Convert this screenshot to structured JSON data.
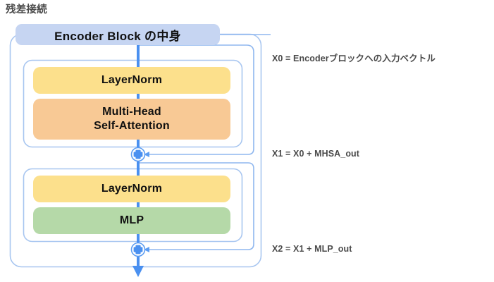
{
  "diagram": {
    "heading": "残差接続",
    "title": "Encoder Block の中身",
    "colors": {
      "title_pill": "#c6d5f2",
      "layernorm": "#fce08c",
      "mhsa": "#f8c995",
      "mlp": "#b5d9a8",
      "wire": "#4a90f0",
      "container_border": "#a8c6f0",
      "text": "#111111",
      "annotation_text": "#4a4a4a"
    },
    "modules": [
      {
        "id": "ln1",
        "label": "LayerNorm",
        "kind": "layernorm"
      },
      {
        "id": "mhsa",
        "label": "Multi-Head\nSelf-Attention",
        "kind": "mhsa",
        "line1": "Multi-Head",
        "line2": "Self-Attention"
      },
      {
        "id": "ln2",
        "label": "LayerNorm",
        "kind": "layernorm"
      },
      {
        "id": "mlp",
        "label": "MLP",
        "kind": "mlp"
      }
    ],
    "residual_adders": [
      {
        "id": "add1",
        "symbol": "+",
        "name": "residual-add-1"
      },
      {
        "id": "add2",
        "symbol": "+",
        "name": "residual-add-2"
      }
    ],
    "annotations": [
      {
        "id": "x0",
        "text": "X0 = Encoderブロックへの入力ベクトル"
      },
      {
        "id": "x1",
        "text": "X1 = X0 + MHSA_out"
      },
      {
        "id": "x2",
        "text": "X2 = X1 + MLP_out"
      }
    ]
  }
}
